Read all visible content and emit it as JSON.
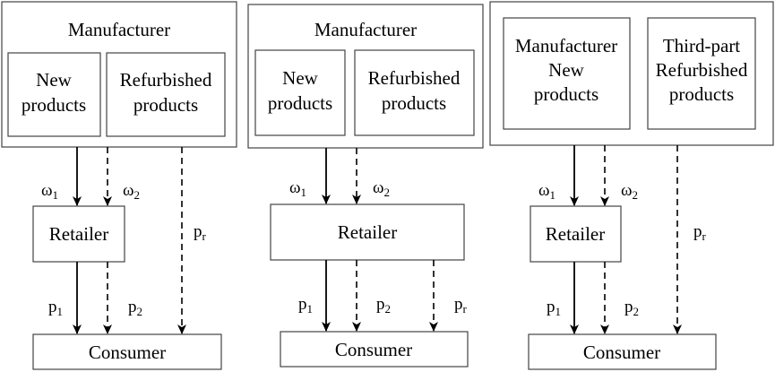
{
  "panel_a": {
    "manufacturer": "Manufacturer",
    "new_line1": "New",
    "new_line2": "products",
    "refurb_line1": "Refurbished",
    "refurb_line2": "products",
    "retailer": "Retailer",
    "consumer": "Consumer",
    "w1": "ω",
    "w1_sub": "1",
    "w2": "ω",
    "w2_sub": "2",
    "p1": "p",
    "p1_sub": "1",
    "p2": "p",
    "p2_sub": "2",
    "pr": "p",
    "pr_sub": "r"
  },
  "panel_b": {
    "manufacturer": "Manufacturer",
    "new_line1": "New",
    "new_line2": "products",
    "refurb_line1": "Refurbished",
    "refurb_line2": "products",
    "retailer": "Retailer",
    "consumer": "Consumer",
    "w1": "ω",
    "w1_sub": "1",
    "w2": "ω",
    "w2_sub": "2",
    "p1": "p",
    "p1_sub": "1",
    "p2": "p",
    "p2_sub": "2",
    "pr": "p",
    "pr_sub": "r"
  },
  "panel_c": {
    "mfr_line1": "Manufacturer",
    "mfr_line2": "New",
    "mfr_line3": "products",
    "third_line1": "Third-part",
    "third_line2": "Refurbished",
    "third_line3": "products",
    "retailer": "Retailer",
    "consumer": "Consumer",
    "w1": "ω",
    "w1_sub": "1",
    "w2": "ω",
    "w2_sub": "2",
    "p1": "p",
    "p1_sub": "1",
    "p2": "p",
    "p2_sub": "2",
    "pr": "p",
    "pr_sub": "r"
  }
}
